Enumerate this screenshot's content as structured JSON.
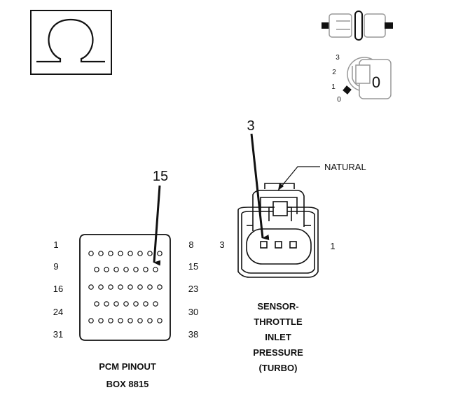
{
  "ohm_symbol": "Ω",
  "key_positions": [
    "3",
    "2",
    "1",
    "0"
  ],
  "key_label": "0",
  "pcm": {
    "callout": "15",
    "row_labels_left": [
      "1",
      "9",
      "16",
      "24",
      "31"
    ],
    "row_labels_right": [
      "8",
      "15",
      "23",
      "30",
      "38"
    ],
    "title_line1": "PCM PINOUT",
    "title_line2": "BOX 8815"
  },
  "sensor": {
    "callout": "3",
    "color_label": "NATURAL",
    "pin_left": "3",
    "pin_right": "1",
    "title_lines": [
      "SENSOR-",
      "THROTTLE",
      "INLET",
      "PRESSURE",
      "(TURBO)"
    ]
  }
}
